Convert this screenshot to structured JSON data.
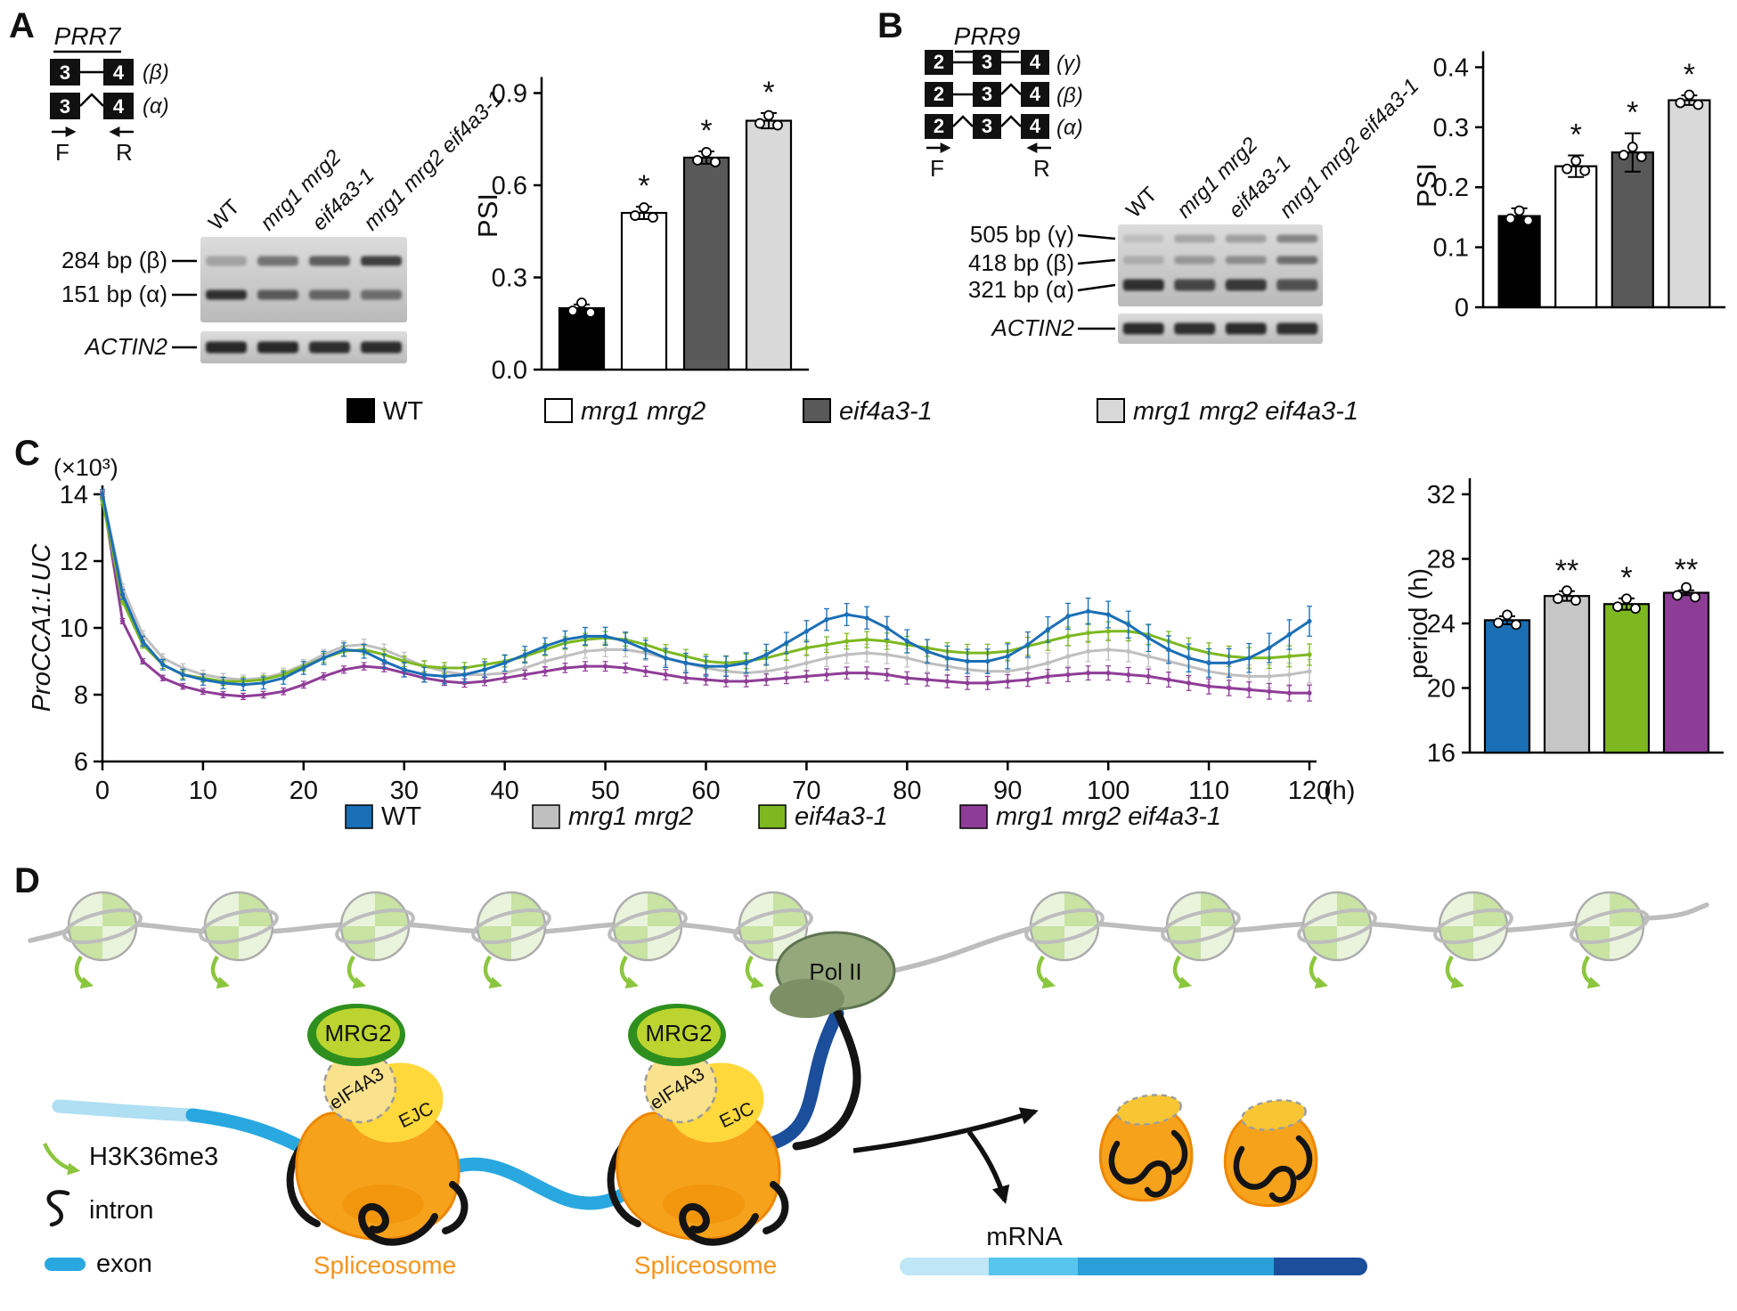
{
  "figure": {
    "panel_a": {
      "label": "A",
      "gene_name": "PRR7",
      "isoforms": [
        {
          "exons": [
            "3",
            "4"
          ],
          "tag": "(β)"
        },
        {
          "exons": [
            "3",
            "4"
          ],
          "tag": "(α)"
        }
      ],
      "primer_f": "F",
      "primer_r": "R",
      "band_labels": [
        "284 bp (β)",
        "151 bp (α)"
      ],
      "loading_control": "ACTIN2",
      "lanes": [
        "WT",
        "mrg1 mrg2",
        "eif4a3-1",
        "mrg1 mrg2 eif4a3-1"
      ]
    },
    "panel_b": {
      "label": "B",
      "gene_name": "PRR9",
      "isoforms": [
        {
          "exons": [
            "2",
            "3",
            "4"
          ],
          "tag": "(γ)"
        },
        {
          "exons": [
            "2",
            "3",
            "4"
          ],
          "tag": "(β)"
        },
        {
          "exons": [
            "2",
            "3",
            "4"
          ],
          "tag": "(α)"
        }
      ],
      "primer_f": "F",
      "primer_r": "R",
      "band_labels": [
        "505 bp (γ)",
        "418 bp (β)",
        "321 bp (α)"
      ],
      "loading_control": "ACTIN2",
      "lanes": [
        "WT",
        "mrg1 mrg2",
        "eif4a3-1",
        "mrg1 mrg2 eif4a3-1"
      ]
    },
    "panel_c": {
      "label": "C"
    },
    "panel_d": {
      "label": "D",
      "pol2_label": "Pol II",
      "mrg2_label": "MRG2",
      "eif4a3_label": "eIF4A3",
      "ejc_label": "EJC",
      "spliceosome_label": "Spliceosome",
      "mrna_label": "mRNA",
      "legend": [
        {
          "name": "H3K36me3"
        },
        {
          "name": "intron"
        },
        {
          "name": "exon"
        }
      ],
      "exon_colors": [
        "#AEDFF2",
        "#29A8E0",
        "#1B4E9B"
      ],
      "mrna_segments": [
        "#BFE7F7",
        "#57C5EE",
        "#2B9FD9",
        "#1B4E9B"
      ],
      "h3k36me3_color": "#8CC63F",
      "spliceosome_color": "#F7A21B"
    }
  },
  "legend_ab": [
    {
      "label": "WT",
      "color": "#000000"
    },
    {
      "label": "mrg1 mrg2",
      "color": "#ffffff"
    },
    {
      "label": "eif4a3-1",
      "color": "#595959"
    },
    {
      "label": "mrg1 mrg2 eif4a3-1",
      "color": "#d9d9d9"
    }
  ],
  "legend_c": [
    {
      "label": "WT",
      "color": "#1B6FB5"
    },
    {
      "label": "mrg1 mrg2",
      "color": "#BFBFBF"
    },
    {
      "label": "eif4a3-1",
      "color": "#7DB821"
    },
    {
      "label": "mrg1 mrg2 eif4a3-1",
      "color": "#8E3D97"
    }
  ],
  "chart_data": [
    {
      "id": "psi_prr7",
      "type": "bar",
      "ylabel": "PSI",
      "categories": [
        "WT",
        "mrg1 mrg2",
        "eif4a3-1",
        "mrg1 mrg2 eif4a3-1"
      ],
      "values": [
        0.2,
        0.51,
        0.69,
        0.81
      ],
      "errors": [
        0.012,
        0.02,
        0.02,
        0.025
      ],
      "significance": [
        "",
        "*",
        "*",
        "*"
      ],
      "colors": [
        "#000000",
        "#ffffff",
        "#595959",
        "#d9d9d9"
      ],
      "ylim": [
        0,
        1.0
      ],
      "yticks": [
        0,
        0.3,
        0.6,
        0.9
      ],
      "ytick_labels": [
        "0.0",
        "0.3",
        "0.6",
        "0.9"
      ]
    },
    {
      "id": "psi_prr9",
      "type": "bar",
      "ylabel": "PSI",
      "categories": [
        "WT",
        "mrg1 mrg2",
        "eif4a3-1",
        "mrg1 mrg2 eif4a3-1"
      ],
      "values": [
        0.152,
        0.235,
        0.258,
        0.345
      ],
      "errors": [
        0.013,
        0.018,
        0.032,
        0.008
      ],
      "significance": [
        "",
        "*",
        "*",
        "*"
      ],
      "colors": [
        "#000000",
        "#ffffff",
        "#595959",
        "#d9d9d9"
      ],
      "ylim": [
        0,
        0.42
      ],
      "yticks": [
        0,
        0.1,
        0.2,
        0.3,
        0.4
      ],
      "ytick_labels": [
        "0",
        "0.1",
        "0.2",
        "0.3",
        "0.4"
      ]
    },
    {
      "id": "luc",
      "type": "line",
      "ylabel": "ProCCA1:LUC",
      "y_unit_note": "(×10³)",
      "x_unit": "(h)",
      "xlim": [
        0,
        120
      ],
      "ylim": [
        6,
        14
      ],
      "xticks": [
        0,
        10,
        20,
        30,
        40,
        50,
        60,
        70,
        80,
        90,
        100,
        110,
        120
      ],
      "yticks": [
        6,
        8,
        10,
        12,
        14
      ],
      "x_step": 2,
      "series": [
        {
          "name": "WT",
          "color": "#1B6FB5",
          "err": 0.28,
          "values": [
            14.0,
            11.0,
            9.6,
            8.9,
            8.6,
            8.45,
            8.35,
            8.3,
            8.35,
            8.5,
            8.8,
            9.1,
            9.35,
            9.3,
            9.0,
            8.75,
            8.6,
            8.55,
            8.6,
            8.75,
            8.95,
            9.2,
            9.45,
            9.65,
            9.75,
            9.75,
            9.6,
            9.35,
            9.1,
            8.95,
            8.85,
            8.85,
            8.95,
            9.2,
            9.55,
            9.9,
            10.25,
            10.4,
            10.3,
            10.0,
            9.6,
            9.3,
            9.1,
            9.0,
            9.0,
            9.15,
            9.5,
            9.95,
            10.35,
            10.5,
            10.4,
            10.1,
            9.7,
            9.35,
            9.1,
            8.95,
            8.95,
            9.1,
            9.4,
            9.8,
            10.2
          ]
        },
        {
          "name": "mrg1 mrg2",
          "color": "#BFBFBF",
          "err": 0.22,
          "values": [
            14.0,
            11.2,
            9.8,
            9.1,
            8.8,
            8.6,
            8.5,
            8.45,
            8.5,
            8.65,
            8.9,
            9.2,
            9.45,
            9.5,
            9.35,
            9.1,
            8.85,
            8.7,
            8.6,
            8.6,
            8.65,
            8.8,
            9.0,
            9.15,
            9.3,
            9.35,
            9.35,
            9.25,
            9.1,
            8.95,
            8.8,
            8.7,
            8.65,
            8.7,
            8.8,
            8.95,
            9.1,
            9.2,
            9.25,
            9.2,
            9.1,
            8.95,
            8.85,
            8.75,
            8.7,
            8.7,
            8.8,
            8.95,
            9.15,
            9.3,
            9.35,
            9.3,
            9.15,
            9.0,
            8.85,
            8.7,
            8.6,
            8.55,
            8.55,
            8.6,
            8.7
          ]
        },
        {
          "name": "eif4a3-1",
          "color": "#7DB821",
          "err": 0.2,
          "values": [
            13.8,
            10.8,
            9.5,
            8.9,
            8.6,
            8.5,
            8.4,
            8.4,
            8.45,
            8.6,
            8.85,
            9.1,
            9.3,
            9.35,
            9.2,
            9.0,
            8.85,
            8.8,
            8.8,
            8.9,
            9.0,
            9.15,
            9.35,
            9.55,
            9.65,
            9.7,
            9.65,
            9.5,
            9.3,
            9.15,
            9.0,
            8.95,
            9.0,
            9.1,
            9.25,
            9.4,
            9.5,
            9.6,
            9.65,
            9.6,
            9.5,
            9.4,
            9.3,
            9.25,
            9.25,
            9.3,
            9.45,
            9.6,
            9.75,
            9.85,
            9.9,
            9.9,
            9.8,
            9.6,
            9.4,
            9.25,
            9.15,
            9.1,
            9.1,
            9.15,
            9.2
          ]
        },
        {
          "name": "mrg1 mrg2 eif4a3-1",
          "color": "#8E3D97",
          "err": 0.15,
          "values": [
            14.0,
            10.2,
            9.0,
            8.5,
            8.25,
            8.1,
            8.0,
            7.95,
            8.0,
            8.1,
            8.3,
            8.55,
            8.75,
            8.85,
            8.8,
            8.65,
            8.5,
            8.4,
            8.35,
            8.4,
            8.5,
            8.6,
            8.7,
            8.8,
            8.85,
            8.85,
            8.8,
            8.7,
            8.6,
            8.5,
            8.45,
            8.4,
            8.4,
            8.45,
            8.5,
            8.55,
            8.6,
            8.65,
            8.65,
            8.6,
            8.5,
            8.45,
            8.4,
            8.35,
            8.35,
            8.4,
            8.45,
            8.55,
            8.6,
            8.65,
            8.65,
            8.6,
            8.55,
            8.45,
            8.35,
            8.25,
            8.2,
            8.15,
            8.1,
            8.05,
            8.05
          ]
        }
      ]
    },
    {
      "id": "period",
      "type": "bar",
      "ylabel": "period (h)",
      "categories": [
        "WT",
        "mrg1 mrg2",
        "eif4a3-1",
        "mrg1 mrg2 eif4a3-1"
      ],
      "values": [
        24.2,
        25.7,
        25.2,
        25.9
      ],
      "errors": [
        0.25,
        0.3,
        0.35,
        0.15
      ],
      "significance": [
        "",
        "**",
        "*",
        "**"
      ],
      "colors": [
        "#1B6FB5",
        "#C6C6C6",
        "#7DB821",
        "#8E3D97"
      ],
      "ylim": [
        16,
        32
      ],
      "yticks": [
        16,
        20,
        24,
        28,
        32
      ],
      "ytick_labels": [
        "16",
        "20",
        "24",
        "28",
        "32"
      ]
    }
  ]
}
